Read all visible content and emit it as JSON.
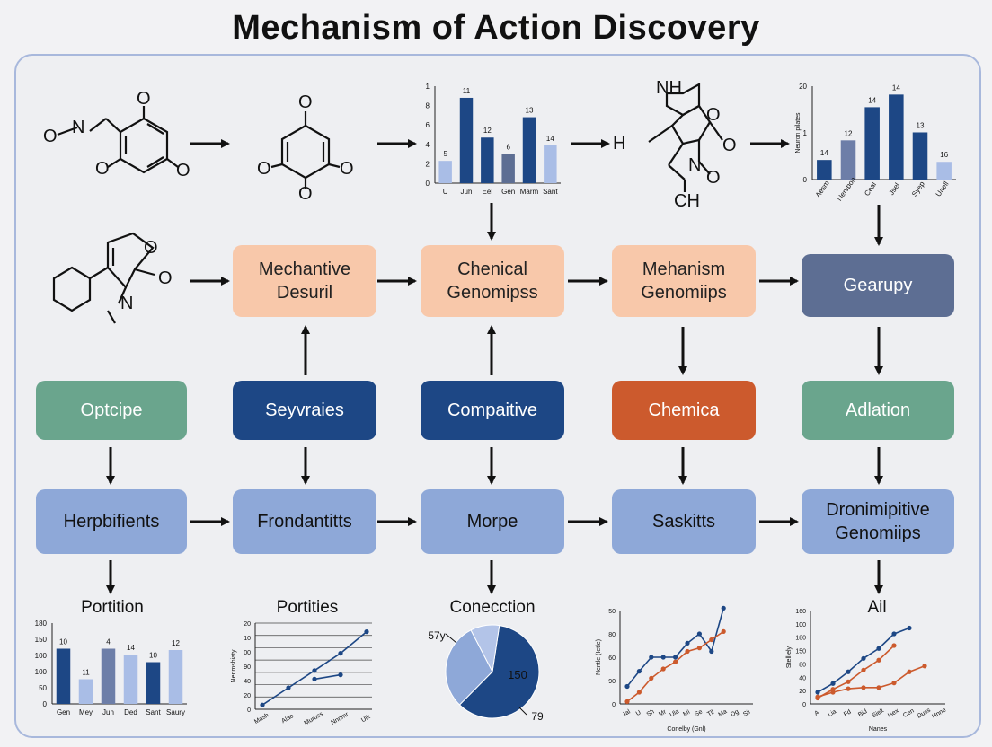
{
  "title": "Mechanism of Action Discovery",
  "colors": {
    "navy": "#1d4785",
    "light": "#8ea8d8",
    "slate": "#5d6e93",
    "orange": "#cc5a2d",
    "green": "#6aa58d",
    "peach": "#f8c8aa"
  },
  "molecules": {
    "m1": {
      "atoms": [
        "O",
        "N",
        "O",
        "O",
        "O"
      ]
    },
    "m2": {
      "atoms": [
        "O",
        "O",
        "O",
        "O"
      ]
    },
    "m3": {
      "atoms": [
        "NH",
        "O",
        "O",
        "H",
        "N",
        "O",
        "CH"
      ]
    },
    "m4": {
      "atoms": [
        "O",
        "O",
        "N"
      ]
    }
  },
  "row2": {
    "b1": "Mechantive\nDesuril",
    "b2": "Chenical\nGenomipss",
    "b3": "Mehanism\nGenomiips",
    "b4": "Gearupy"
  },
  "row3": {
    "b1": "Optcipe",
    "b2": "Seyvraies",
    "b3": "Compaitive",
    "b4": "Chemica",
    "b5": "Adlation"
  },
  "row4": {
    "b1": "Herpbifients",
    "b2": "Frondantitts",
    "b3": "Morpe",
    "b4": "Saskitts",
    "b5": "Dronimipitive\nGenomiips"
  },
  "bottom_labels": {
    "c1": "Portition",
    "c2": "Portities",
    "c3": "Conecction",
    "c5": "Ail"
  },
  "chart_data": [
    {
      "id": "top1",
      "type": "bar",
      "categories": [
        "U",
        "Juh",
        "Eel",
        "Gen",
        "Marm",
        "Sant"
      ],
      "values": [
        2.3,
        8.8,
        4.7,
        3.0,
        6.8,
        3.9
      ],
      "labels": [
        "5",
        "11",
        "12",
        "6",
        "13",
        "14"
      ],
      "colors": [
        "#a9bde6",
        "#1d4785",
        "#1d4785",
        "#5d6e93",
        "#1d4785",
        "#a9bde6"
      ],
      "ylim": [
        0,
        10
      ],
      "yticks": [
        "1",
        "8",
        "6",
        "4",
        "2",
        "0"
      ]
    },
    {
      "id": "top2",
      "type": "bar",
      "categories": [
        "Aesm",
        "Nervpon",
        "Ceal",
        "Jsel",
        "Syep",
        "Uaell"
      ],
      "values": [
        4.2,
        8.4,
        15.5,
        18.2,
        10.1,
        3.8
      ],
      "labels": [
        "14",
        "12",
        "14",
        "14",
        "13",
        "16"
      ],
      "colors": [
        "#1d4785",
        "#6d7ea8",
        "#1d4785",
        "#1d4785",
        "#1d4785",
        "#a9bde6"
      ],
      "ylim": [
        0,
        20
      ],
      "yticks": [
        "20",
        "1",
        "0"
      ],
      "ylabel": "Neuron pilates"
    },
    {
      "id": "b1",
      "type": "bar",
      "categories": [
        "Gen",
        "Mey",
        "Jun",
        "Ded",
        "Sant",
        "Saury"
      ],
      "values": [
        123,
        55,
        123,
        110,
        93,
        120
      ],
      "labels": [
        "10",
        "11",
        "4",
        "14",
        "10",
        "12",
        "4"
      ],
      "colors": [
        "#1d4785",
        "#a9bde6",
        "#6d7ea8",
        "#a9bde6",
        "#1d4785",
        "#a9bde6",
        "#a9bde6"
      ],
      "ylim": [
        0,
        180
      ],
      "yticks": [
        "180",
        "150",
        "100",
        "100",
        "50",
        "0"
      ]
    },
    {
      "id": "b2",
      "type": "line",
      "categories": [
        "Mash",
        "Alao",
        "Muruss",
        "Nnnmr",
        "Ulk"
      ],
      "series": [
        {
          "name": "",
          "values": [
            1,
            5,
            9,
            13,
            18
          ]
        },
        {
          "name": "",
          "values": [
            null,
            null,
            7,
            8,
            null
          ]
        }
      ],
      "ylim": [
        0,
        20
      ],
      "yticks": [
        "20",
        "10",
        "00",
        "90",
        "40",
        "20",
        "0"
      ],
      "ylabel": "Nenmshiaty"
    },
    {
      "id": "b3",
      "type": "pie",
      "values": [
        150,
        75,
        25
      ],
      "labels": [
        "150",
        "79",
        "57y"
      ],
      "colors": [
        "#1d4785",
        "#8ea8d8",
        "#b3c4e8"
      ]
    },
    {
      "id": "b4",
      "type": "line",
      "categories": [
        "Jal",
        "U",
        "Sh",
        "Mr",
        "Ula",
        "Mi",
        "Se",
        "Tll",
        "Ma",
        "Dg",
        "Sil"
      ],
      "series": [
        {
          "name": "",
          "values": [
            15,
            28,
            40,
            40,
            40,
            52,
            60,
            45,
            82
          ]
        },
        {
          "name": "",
          "values": [
            2,
            10,
            22,
            30,
            36,
            45,
            48,
            55,
            62
          ]
        }
      ],
      "ylim": [
        0,
        80
      ],
      "yticks": [
        "50",
        "80",
        "60",
        "90",
        "0"
      ],
      "xlabel": "Conelby (Gnl)",
      "ylabel": "Nentle (Ietle)"
    },
    {
      "id": "b5",
      "type": "line",
      "categories": [
        "A",
        "Lia",
        "Fd",
        "Bid",
        "Siek",
        "Isex",
        "Cen",
        "Duss",
        "Hnne"
      ],
      "series": [
        {
          "name": "",
          "values": [
            20,
            35,
            55,
            78,
            95,
            120,
            130
          ]
        },
        {
          "name": "",
          "values": [
            10,
            25,
            38,
            58,
            75,
            100
          ]
        },
        {
          "name": "",
          "values": [
            12,
            20,
            26,
            28,
            28,
            36,
            55,
            65
          ]
        }
      ],
      "ylim": [
        0,
        160
      ],
      "yticks": [
        "160",
        "100",
        "180",
        "150",
        "80",
        "40",
        "20",
        "0"
      ],
      "xlabel": "Nanes",
      "ylabel": "Stelliely"
    }
  ]
}
